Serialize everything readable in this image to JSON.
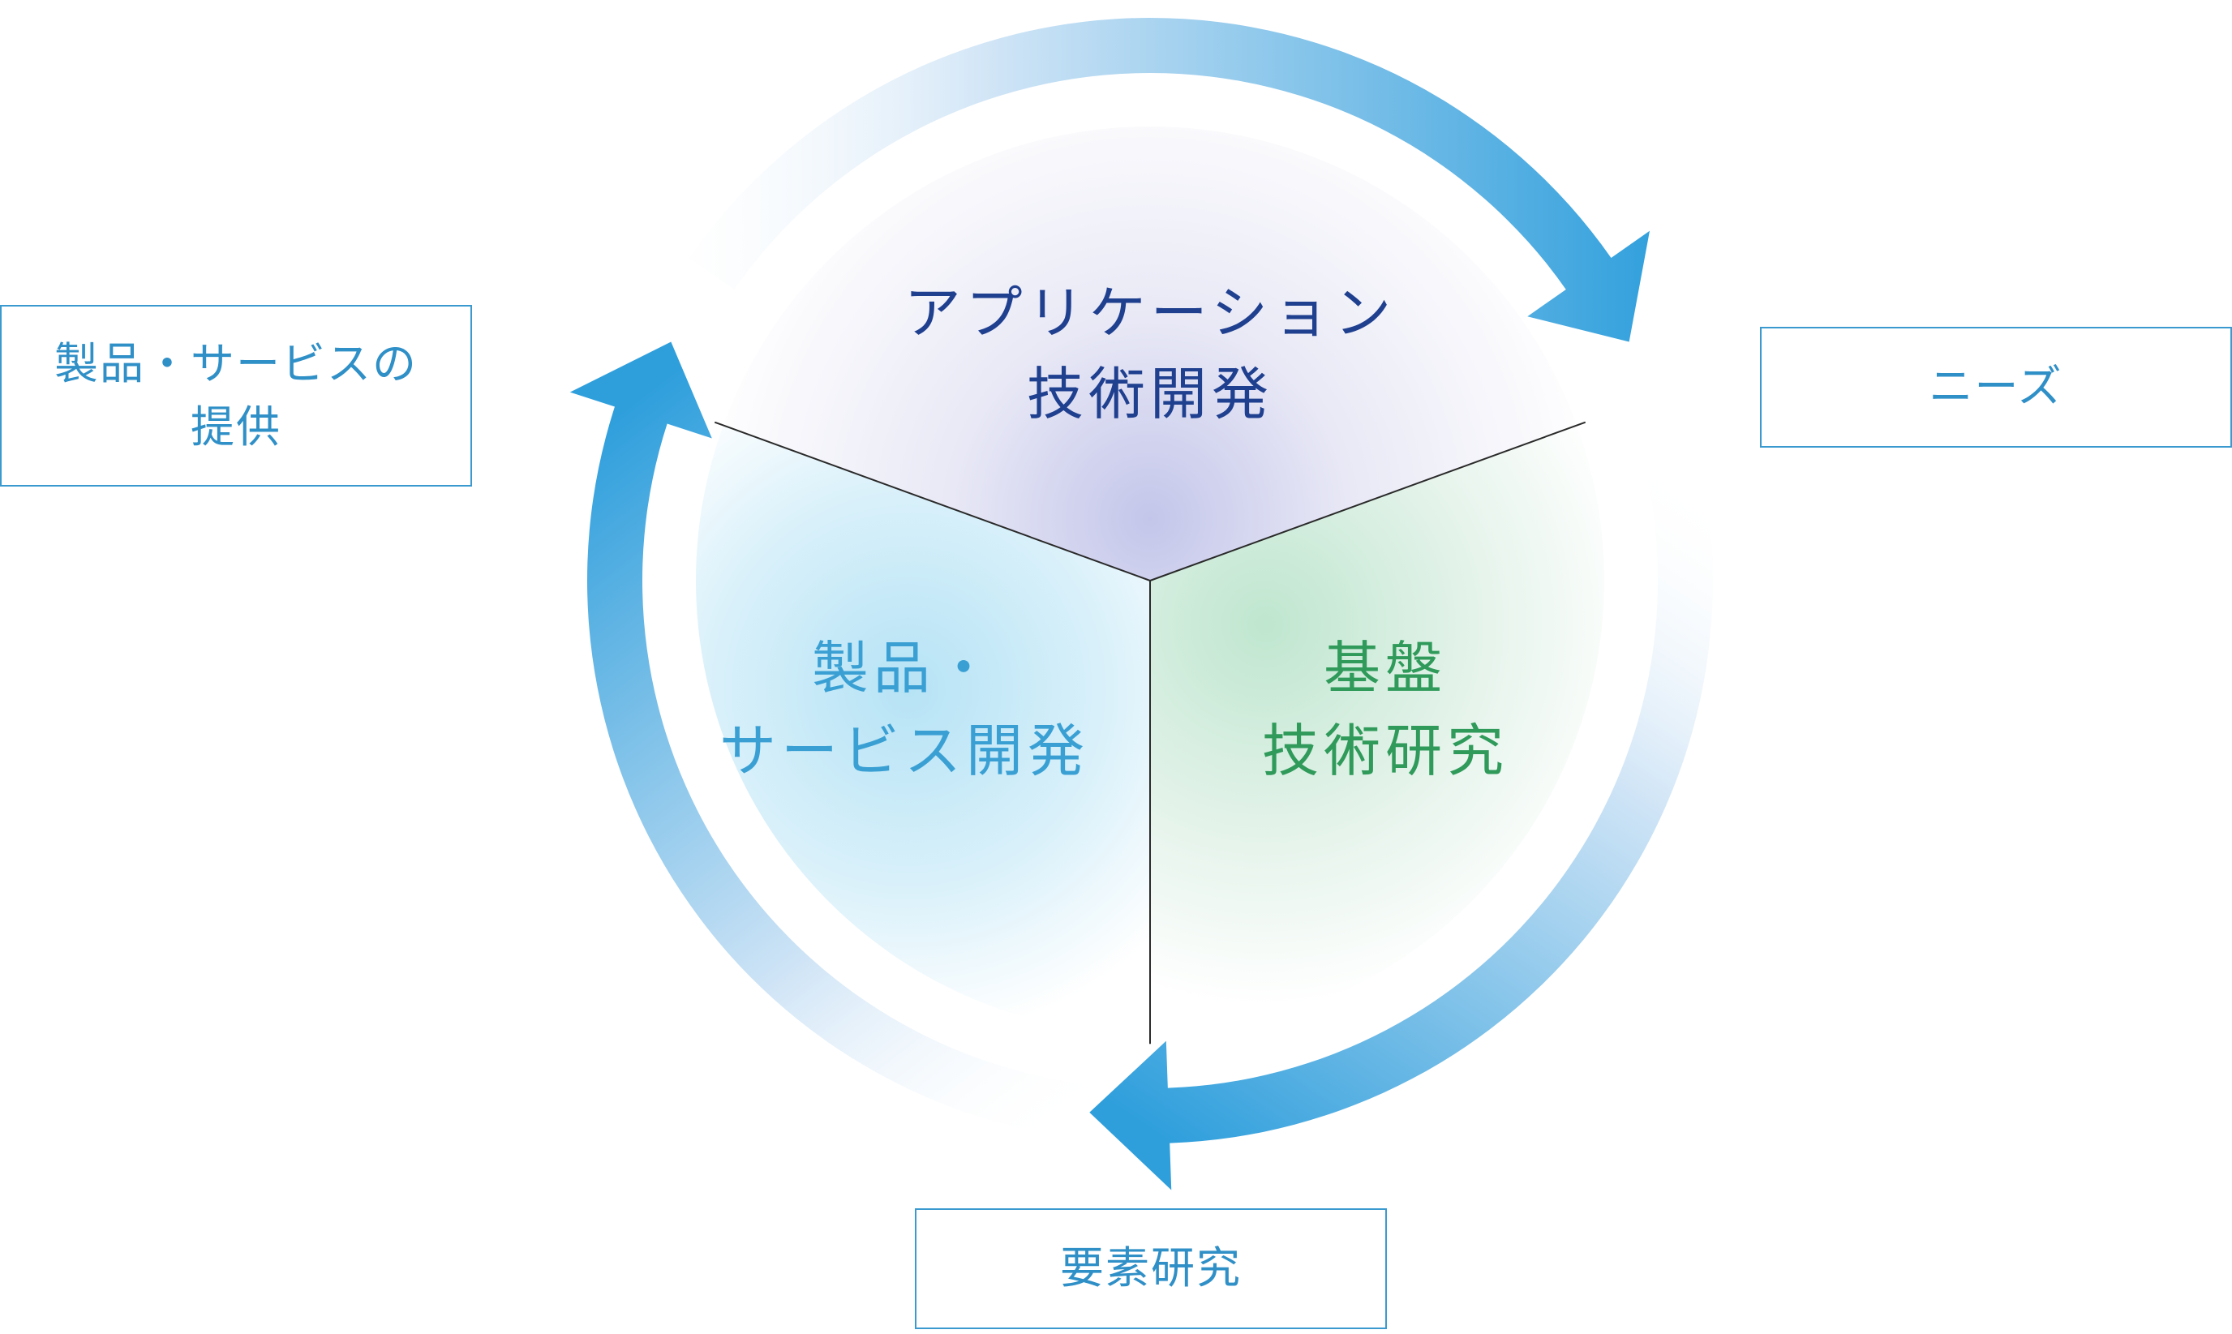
{
  "colors": {
    "app_text": "#1f3f8f",
    "product_text": "#3aa0d4",
    "base_text": "#2f9a5a",
    "arrow_strong": "#2f9fdc",
    "box_border": "#3a9ad0",
    "box_text": "#2f8fc7"
  },
  "sectors": {
    "application": {
      "line1": "アプリケーション",
      "line2": "技術開発"
    },
    "product": {
      "line1": "製品・",
      "line2": "サービス開発"
    },
    "base": {
      "line1": "基盤",
      "line2": "技術研究"
    }
  },
  "boxes": {
    "product_provision": {
      "line1": "製品・サービスの",
      "line2": "提供"
    },
    "needs": {
      "line1": "ニーズ"
    },
    "element_research": {
      "line1": "要素研究"
    }
  },
  "icons": [
    "cycle-arrow-icon"
  ]
}
